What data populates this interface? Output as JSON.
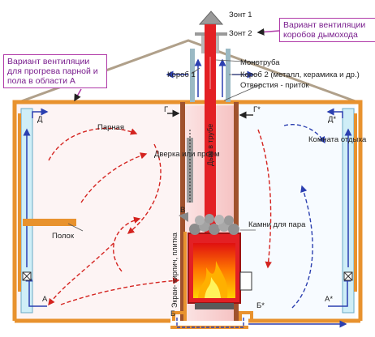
{
  "labels": {
    "zont1": "Зонт 1",
    "zont2": "Зонт 2",
    "korob1": "Короб 1",
    "monotruba": "Монотруба",
    "korob2": "Короб 2 (металл, керамика и др.)",
    "otverstia": "Отверстия - приток",
    "parnaya": "Парная",
    "dverka": "Дверка или проём",
    "dym": "Дым в трубе",
    "komnata": "Комната отдыха",
    "polok": "Полок",
    "kamni": "Камни для пара",
    "ekran": "Экран- кирпич, плитка",
    "A": "А",
    "A_star": "А*",
    "B": "Б",
    "B_star": "Б*",
    "V": "В",
    "G": "Г",
    "G_star": "Г*",
    "D": "Д",
    "D_star": "Д*"
  },
  "callouts": {
    "left": "Вариант вентиляции для прогрева парной и пола  в области А",
    "right": "Вариант вентиляции коробов  дымохода"
  },
  "colors": {
    "wall": "#e8922e",
    "duct": "#cfeef7",
    "flow_hot": "#d4231f",
    "flow_cold": "#2b3fb0",
    "chimney": "#e32024",
    "callout_border": "#b03aa8"
  }
}
